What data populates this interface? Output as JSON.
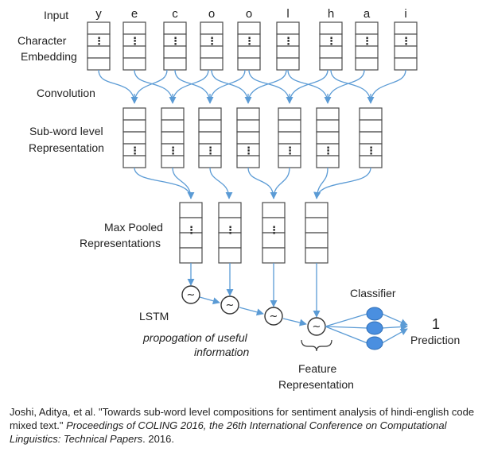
{
  "labels": {
    "input": "Input",
    "char_embedding_1": "Character",
    "char_embedding_2": "Embedding",
    "convolution": "Convolution",
    "subword_1": "Sub-word level",
    "subword_2": "Representation",
    "maxpool_1": "Max Pooled",
    "maxpool_2": "Representations",
    "lstm": "LSTM",
    "propagation_1": "propogation of useful",
    "propagation_2": "information",
    "feature_1": "Feature",
    "feature_2": "Representation",
    "classifier": "Classifier",
    "prediction_value": "1",
    "prediction": "Prediction"
  },
  "input_characters": [
    "y",
    "e",
    "c",
    "o",
    "o",
    "l",
    "h",
    "a",
    "i"
  ],
  "cell_dots": "⋮",
  "lstm_symbol": "~",
  "citation": {
    "plain": "Joshi, Aditya, et al. \"Towards sub-word level compositions for sentiment analysis of hindi-english code mixed text.\" ",
    "italic": "Proceedings of COLING 2016, the 26th International Conference on Computational Linguistics: Technical Papers",
    "tail": ". 2016."
  },
  "colors": {
    "connector": "#5b9bd5",
    "classifier_node": "#4a8fe0",
    "cell_border": "#4a4a4a"
  }
}
